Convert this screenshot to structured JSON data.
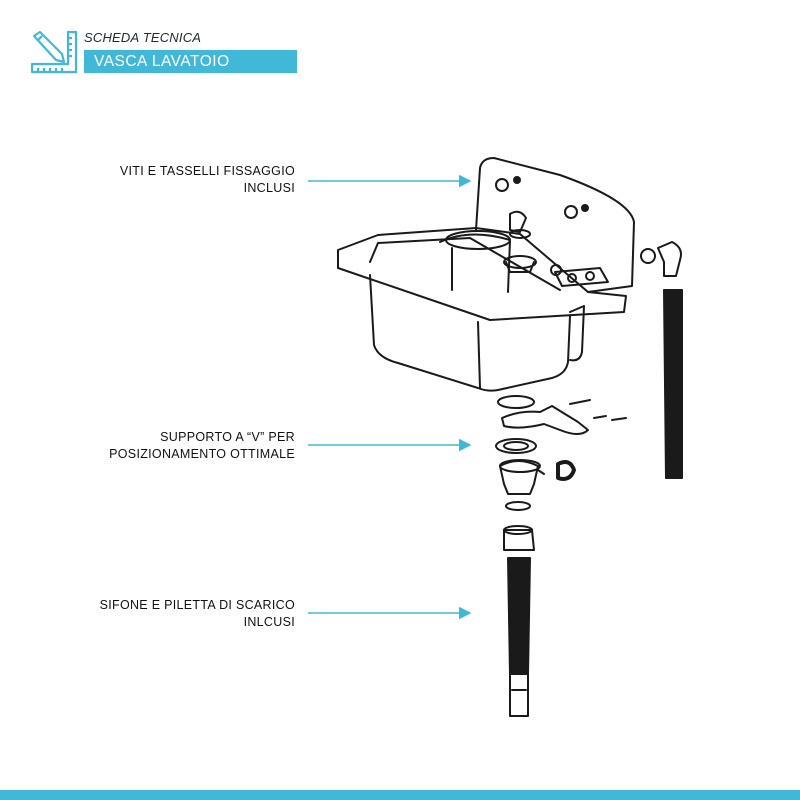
{
  "header": {
    "kicker": "SCHEDA TECNICA",
    "title": "VASCA LAVATOIO",
    "icon": "ruler-pencil-icon"
  },
  "callouts": [
    {
      "line1": "VITI E TASSELLI FISSAGGIO",
      "line2": "INCLUSI"
    },
    {
      "line1": "SUPPORTO A “V” PER",
      "line2": "POSIZIONAMENTO OTTIMALE"
    },
    {
      "line1": "SIFONE E PILETTA DI SCARICO",
      "line2": "INLCUSI"
    }
  ],
  "colors": {
    "accent": "#42b8d9",
    "line": "#1a1a1a"
  }
}
